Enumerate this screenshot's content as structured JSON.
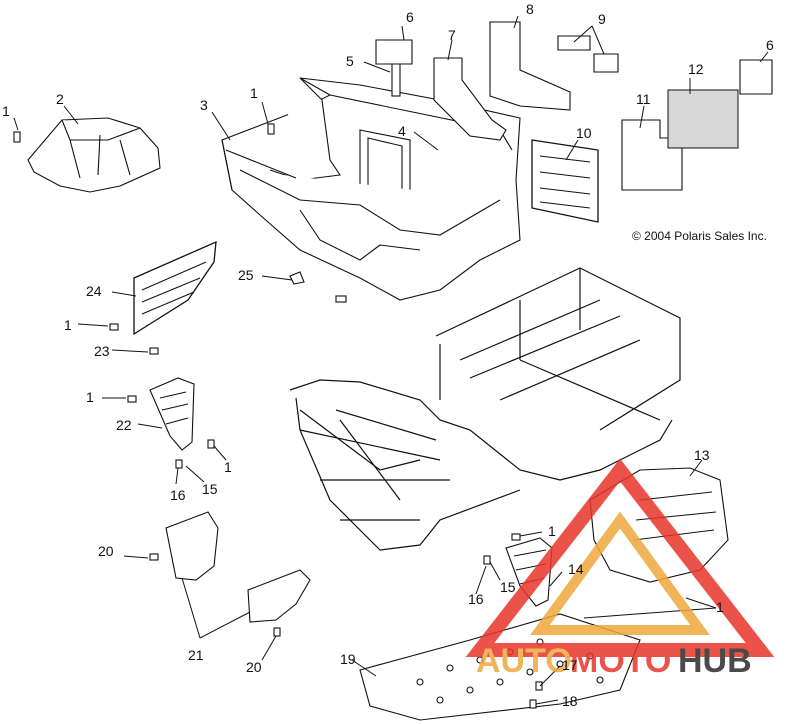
{
  "copyright": "© 2004 Polaris Sales Inc.",
  "watermark": {
    "part1": "AUTO",
    "part2": "MOTO",
    "part3": "HUB",
    "color_primary": "#f0a83c",
    "color_secondary": "#e8352a",
    "color_dark": "#2b2b2b"
  },
  "callouts": {
    "c1a": "1",
    "c2": "2",
    "c3": "3",
    "c1b": "1",
    "c4": "4",
    "c5": "5",
    "c6a": "6",
    "c7": "7",
    "c8": "8",
    "c9": "9",
    "c10": "10",
    "c11": "11",
    "c12": "12",
    "c6b": "6",
    "c24": "24",
    "c25": "25",
    "c1c": "1",
    "c23": "23",
    "c1d": "1",
    "c22": "22",
    "c1e": "1",
    "c16a": "16",
    "c15a": "15",
    "c13": "13",
    "c20a": "20",
    "c1f": "1",
    "c15b": "15",
    "c16b": "16",
    "c14": "14",
    "c1g": "1",
    "c21": "21",
    "c20b": "20",
    "c19": "19",
    "c17": "17",
    "c18": "18"
  }
}
